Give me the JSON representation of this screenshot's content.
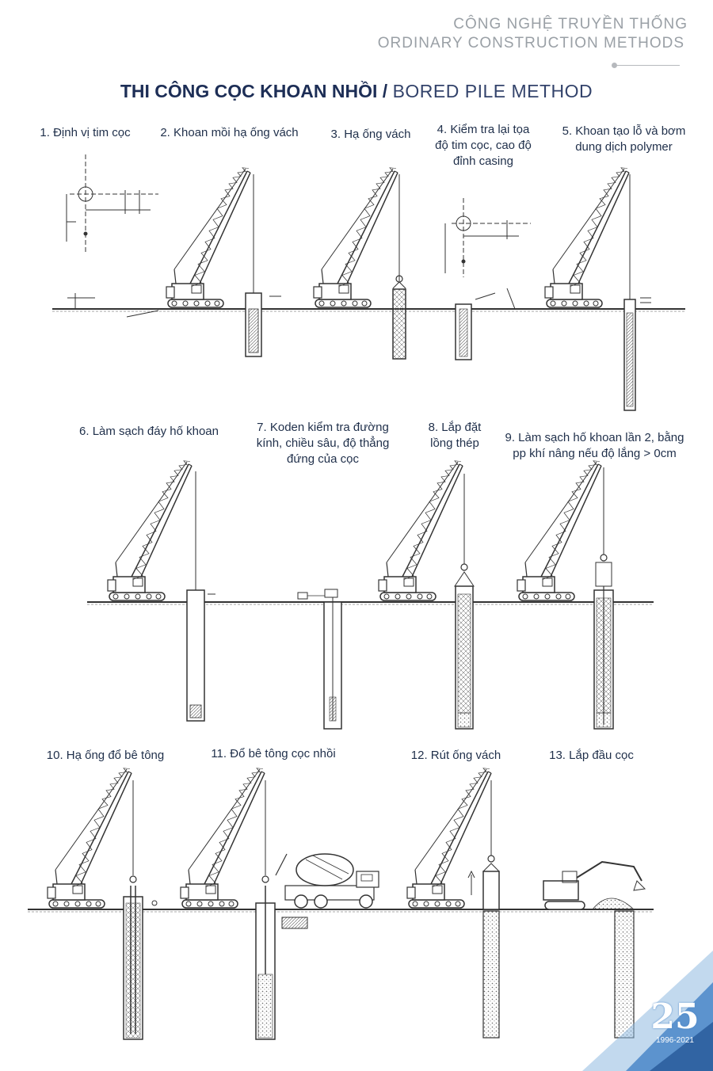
{
  "header": {
    "line1": "CÔNG NGHỆ TRUYỀN THỐNG",
    "line2": "ORDINARY CONSTRUCTION  METHODS"
  },
  "title": {
    "vn": "THI CÔNG CỌC KHOAN NHỒI",
    "sep": " / ",
    "en": "BORED PILE METHOD"
  },
  "steps": [
    {
      "label": "1. Định vị tim cọc"
    },
    {
      "label": "2. Khoan mồi hạ ống vách"
    },
    {
      "label": "3. Hạ ống vách"
    },
    {
      "label": "4. Kiểm tra lại tọa\nđộ tim cọc, cao độ\nđỉnh casing"
    },
    {
      "label": "5. Khoan tạo lỗ và bơm\ndung dịch polymer"
    },
    {
      "label": "6. Làm sạch đáy hố khoan"
    },
    {
      "label": "7. Koden kiểm tra đường\nkính, chiều sâu, độ thẳng\nđứng của cọc"
    },
    {
      "label": "8. Lắp đặt\nlồng thép"
    },
    {
      "label": "9. Làm sạch hố khoan lần 2, bằng\npp khí nâng nếu độ lắng > 0cm"
    },
    {
      "label": "10. Hạ ống đổ bê tông"
    },
    {
      "label": "11. Đổ bê tông cọc nhồi"
    },
    {
      "label": "12. Rút ống vách"
    },
    {
      "label": "13. Lắp đầu cọc"
    }
  ],
  "badge": {
    "number": "25",
    "years": "1996-2021"
  },
  "colors": {
    "accent": "#1d2e56",
    "header_gray": "#9aa0a6",
    "badge_blue": "#4a86c8",
    "line": "#333333"
  }
}
